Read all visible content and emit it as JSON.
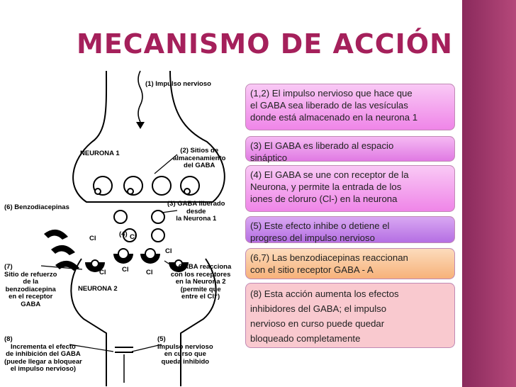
{
  "slide": {
    "title": "MECANISMO DE ACCIÓN",
    "accent_color": "#a5205b",
    "band_color": "#8a2a5c"
  },
  "diagram": {
    "labels": {
      "impulso_nervioso": "(1)  Impulso nervioso",
      "neurona1": "NEURONA 1",
      "sitios": [
        "(2)       Sitios de",
        "almacenamiento",
        "del GABA"
      ],
      "benzo": "(6) Benzodiacepinas",
      "gaba_liberado": [
        "(3)   GABA liberado",
        "desde",
        "la Neurona 1"
      ],
      "num4": "(4)",
      "cl": "Cl",
      "neurona2": "NEURONA 2",
      "gaba_reacciona": [
        "El GABA reacciona",
        "con los receptores",
        "en la Neurona 2",
        "(permite que",
        "entre el Cl⁻)"
      ],
      "refuerzo": [
        "(7)",
        "Sitio de refuerzo",
        "de la",
        "benzodiacepina",
        "en el receptor",
        "GABA"
      ],
      "incrementa": [
        "(8)",
        "Incrementa el efecto",
        "de inhibición del GABA",
        "(puede llegar a bloquear",
        "el impulso nervioso)"
      ],
      "inhibido": [
        "(5)",
        "Impulso nervioso",
        "en curso que",
        "queda inhibido"
      ]
    }
  },
  "boxes": [
    {
      "lines": [
        "(1,2) El impulso nervioso que hace que",
        "el GABA sea liberado de las vesículas",
        " donde está almacenado en la neurona 1"
      ]
    },
    {
      "lines": [
        "(3) El GABA es liberado al espacio",
        "sináptico"
      ]
    },
    {
      "lines": [
        "(4) El GABA se une con  receptor de la",
        "Neurona, y permite la entrada de los",
        "iones de cloruro (Cl-) en la neurona"
      ]
    },
    {
      "lines": [
        "(5) Este efecto inhibe o detiene el",
        "progreso del impulso nervioso"
      ]
    },
    {
      "lines": [
        "(6,7) Las benzodiacepinas reaccionan",
        "con el sitio receptor GABA - A"
      ]
    },
    {
      "lines": [
        "(8) Esta acción aumenta los efectos",
        "inhibidores del GABA; el impulso",
        "nervioso en curso puede quedar",
        "bloqueado completamente"
      ]
    }
  ]
}
